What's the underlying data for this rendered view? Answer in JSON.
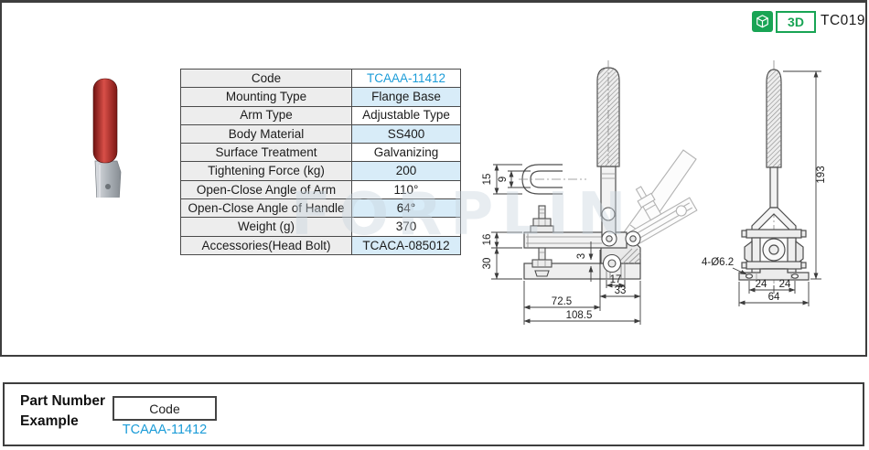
{
  "page": {
    "catalog_code": "TC019",
    "badge_3d_label": "3D"
  },
  "watermark": "FORPLIN",
  "colors": {
    "accent_blue": "#1b9cd8",
    "badge_green": "#18a454",
    "table_value_bg": "#d8ecf8",
    "table_label_bg": "#ededed",
    "border_dark": "#3e3e3e"
  },
  "product_image": {
    "alt": "vertical toggle clamp with red handle"
  },
  "spec_table": {
    "rows": [
      {
        "label": "Code",
        "value": "TCAAA-11412"
      },
      {
        "label": "Mounting Type",
        "value": "Flange Base"
      },
      {
        "label": "Arm Type",
        "value": "Adjustable Type"
      },
      {
        "label": "Body Material",
        "value": "SS400"
      },
      {
        "label": "Surface Treatment",
        "value": "Galvanizing"
      },
      {
        "label": "Tightening Force (kg)",
        "value": "200"
      },
      {
        "label": "Open-Close Angle of Arm",
        "value": "110°"
      },
      {
        "label": "Open-Close Angle of Handle",
        "value": "64°"
      },
      {
        "label": "Weight (g)",
        "value": "370"
      },
      {
        "label": "Accessories(Head Bolt)",
        "value": "TCACA-085012"
      }
    ]
  },
  "drawing_side": {
    "dim_15": "15",
    "dim_9": "9",
    "dim_16": "16",
    "dim_30": "30",
    "dim_3": "3",
    "dim_17": "17",
    "dim_33": "33",
    "dim_72_5": "72.5",
    "dim_108_5": "108.5"
  },
  "drawing_front": {
    "dim_193": "193",
    "hole_callout": "4-Ø6.2",
    "dim_24_left": "24",
    "dim_24_right": "24",
    "dim_64": "64"
  },
  "part_number_example": {
    "title_line1": "Part Number",
    "title_line2": "Example",
    "code_box_label": "Code",
    "example_code": "TCAAA-11412"
  }
}
